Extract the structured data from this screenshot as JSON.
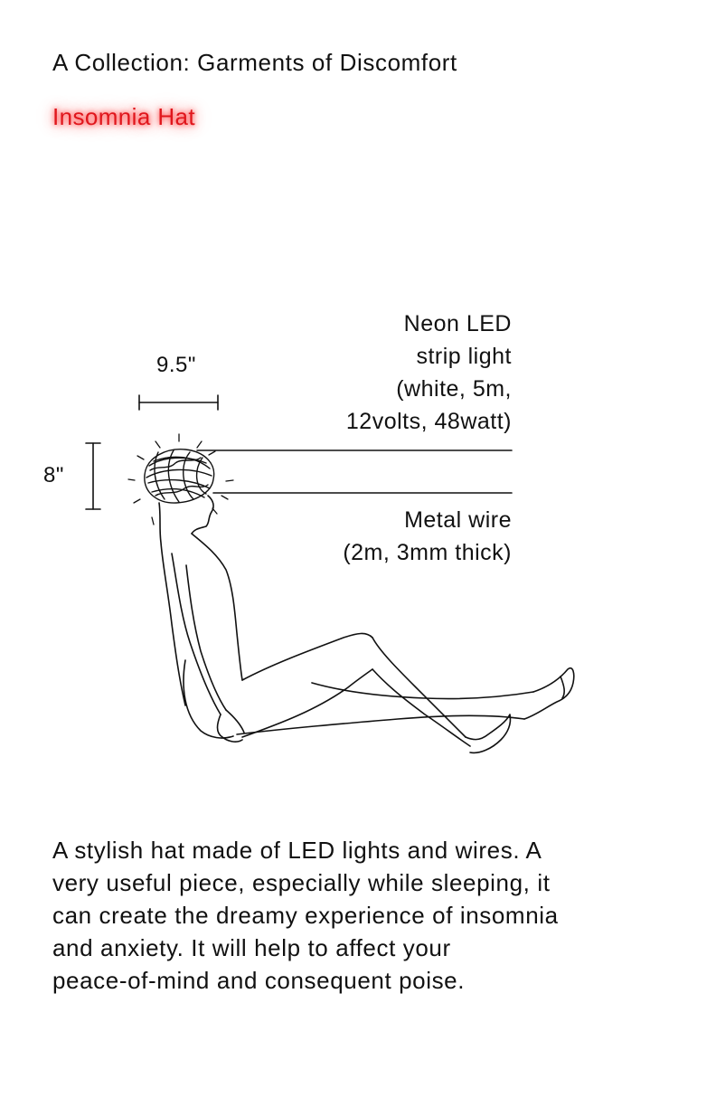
{
  "header": {
    "collection_title": "A Collection: Garments of Discomfort",
    "garment_name": "Insomnia Hat",
    "garment_color": "#e0161c"
  },
  "annotations": {
    "led_label_lines": [
      "Neon LED",
      "strip light",
      "(white, 5m,",
      "12volts, 48watt)"
    ],
    "wire_label_lines": [
      "Metal wire",
      "(2m, 3mm thick)"
    ],
    "width_dimension": "9.5\"",
    "height_dimension": "8\""
  },
  "description_lines": [
    "A stylish hat made of LED lights and wires. A",
    "very useful piece, especially while sleeping, it",
    "can create the dreamy experience of insomnia",
    "and anxiety. It will help to affect your",
    "peace-of-mind and consequent poise."
  ]
}
